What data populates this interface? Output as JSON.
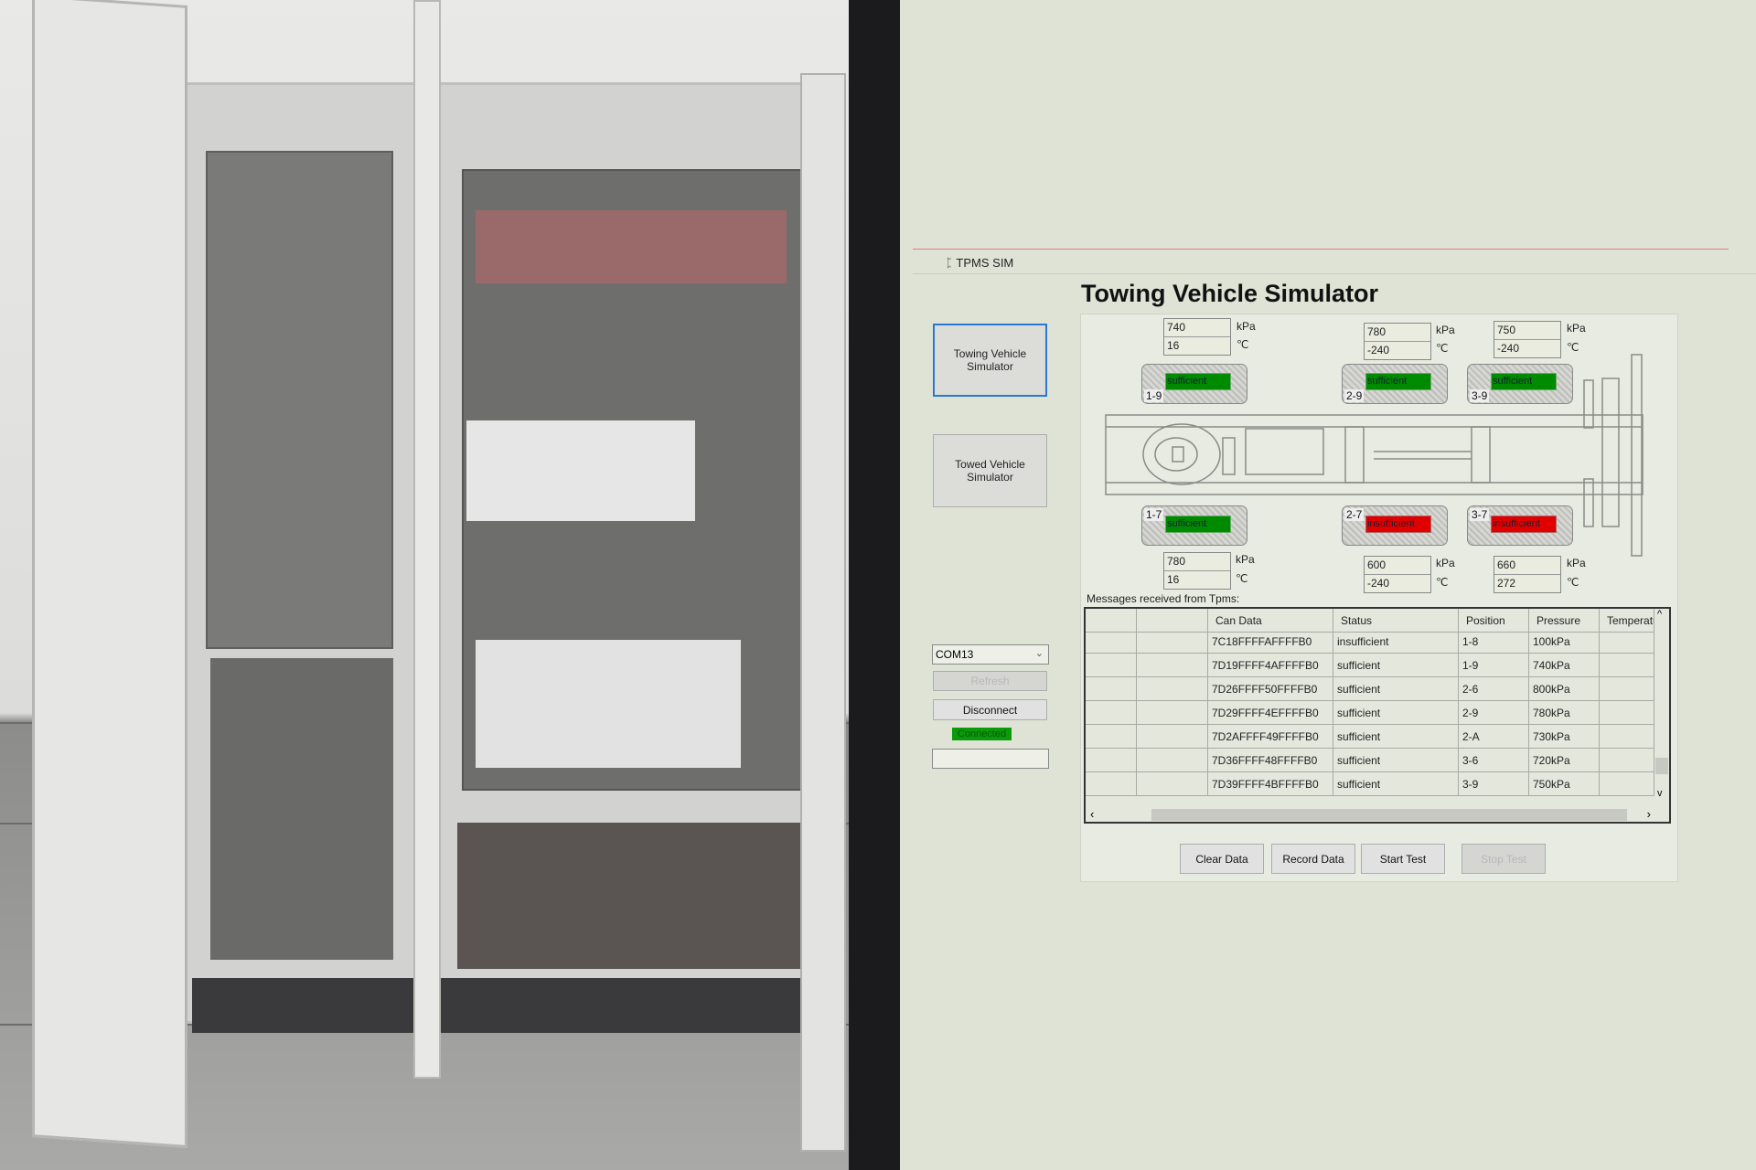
{
  "window": {
    "title": "TPMS SIM",
    "heading": "Towing Vehicle Simulator"
  },
  "nav": {
    "towing": "Towing Vehicle Simulator",
    "towed": "Towed Vehicle Simulator"
  },
  "tires": [
    {
      "pos": "1-9",
      "pressure": "740",
      "temp": "16",
      "status": "sufficient",
      "color": "#008a00"
    },
    {
      "pos": "2-9",
      "pressure": "780",
      "temp": "-240",
      "status": "sufficient",
      "color": "#008a00"
    },
    {
      "pos": "3-9",
      "pressure": "750",
      "temp": "-240",
      "status": "sufficient",
      "color": "#008a00"
    },
    {
      "pos": "1-7",
      "pressure": "780",
      "temp": "16",
      "status": "sufficient",
      "color": "#008a00"
    },
    {
      "pos": "2-7",
      "pressure": "600",
      "temp": "-240",
      "status": "insufficient",
      "color": "#e00000"
    },
    {
      "pos": "3-7",
      "pressure": "660",
      "temp": "272",
      "status": "insufficient",
      "color": "#e00000"
    }
  ],
  "units": {
    "pressure": "kPa",
    "temp": "℃"
  },
  "connection": {
    "port": "COM13",
    "refresh": "Refresh",
    "disconnect": "Disconnect",
    "status": "Connected",
    "status_color": "#0a9a0a"
  },
  "messages": {
    "label": "Messages received from Tpms:",
    "columns": [
      "",
      "",
      "Can Data",
      "Status",
      "Position",
      "Pressure",
      "Temperatu"
    ],
    "rows": [
      [
        "7C18FFFFAFFFFB0",
        "insufficient",
        "1-8",
        "100kPa"
      ],
      [
        "7D19FFFF4AFFFFB0",
        "sufficient",
        "1-9",
        "740kPa"
      ],
      [
        "7D26FFFF50FFFFB0",
        "sufficient",
        "2-6",
        "800kPa"
      ],
      [
        "7D29FFFF4EFFFFB0",
        "sufficient",
        "2-9",
        "780kPa"
      ],
      [
        "7D2AFFFF49FFFFB0",
        "sufficient",
        "2-A",
        "730kPa"
      ],
      [
        "7D36FFFF48FFFFB0",
        "sufficient",
        "3-6",
        "720kPa"
      ],
      [
        "7D39FFFF4BFFFFB0",
        "sufficient",
        "3-9",
        "750kPa"
      ]
    ]
  },
  "actions": {
    "clear": "Clear Data",
    "record": "Record Data",
    "start": "Start Test",
    "stop": "Stop Test"
  }
}
